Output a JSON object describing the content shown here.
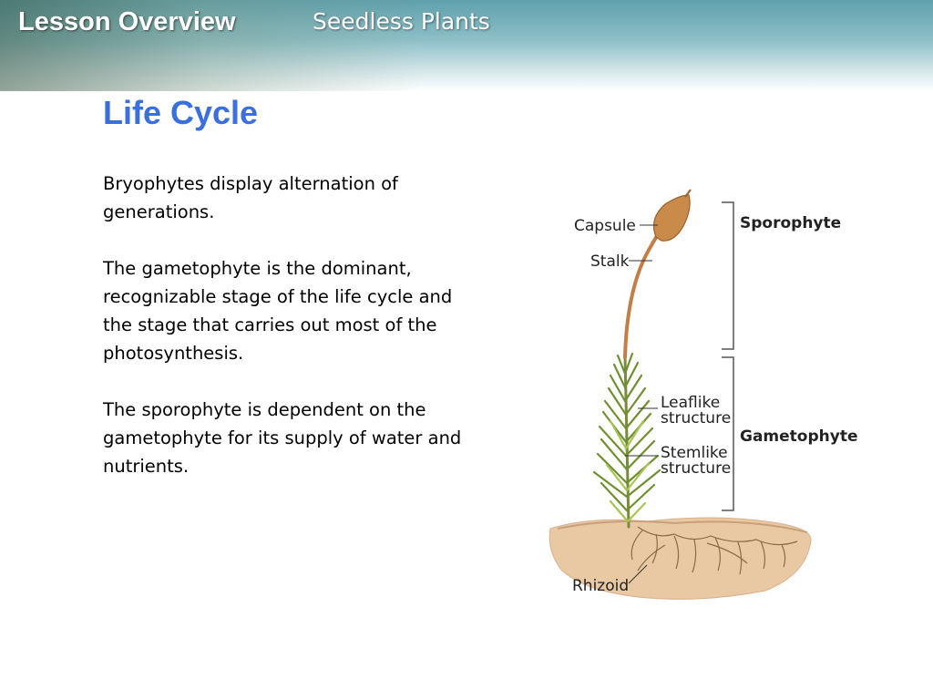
{
  "header": {
    "section": "Lesson Overview",
    "unit": "Seedless Plants"
  },
  "slide": {
    "title": "Life Cycle",
    "paragraphs": [
      "Bryophytes display alternation of generations.",
      "The gametophyte is the dominant, recognizable stage of the life cycle and the stage that carries out most of the photosynthesis.",
      "The sporophyte is dependent on the gametophyte for its supply of water and nutrients."
    ]
  },
  "diagram": {
    "labels": {
      "capsule": "Capsule",
      "stalk": "Stalk",
      "leaflike_1": "Leaflike",
      "leaflike_2": "structure",
      "stemlike_1": "Stemlike",
      "stemlike_2": "structure",
      "rhizoid": "Rhizoid",
      "sporophyte": "Sporophyte",
      "gametophyte": "Gametophyte"
    },
    "colors": {
      "capsule": "#c98a4a",
      "stalk": "#c47d45",
      "leaves": "#8fae3a",
      "soil": "#e8c9a4",
      "roots": "#8a6a48"
    }
  }
}
